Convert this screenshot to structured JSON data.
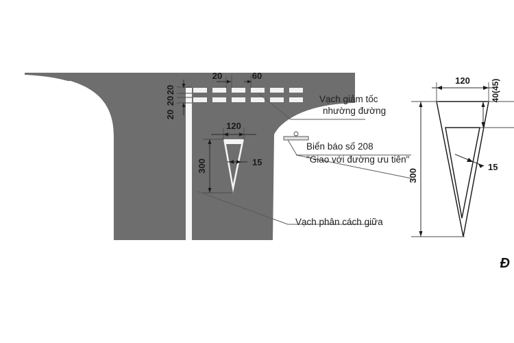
{
  "drawing": {
    "title_glyph": "Đ",
    "road_color": "#6e6e6e",
    "paint_color": "#f2f2f2",
    "line_color": "#1f1f1f",
    "background": "#ffffff"
  },
  "plan_view": {
    "name": "plan-view",
    "dimensions": {
      "dash_gap_top": "20",
      "dash_len_top": "60",
      "stripe_a": "20",
      "stripe_b": "20",
      "stripe_c": "20",
      "triangle_width": "120",
      "triangle_height": "300",
      "triangle_stroke": "15"
    }
  },
  "detail_view": {
    "name": "detail-view",
    "dimensions": {
      "width": "120",
      "height": "300",
      "stroke": "15",
      "top_band": "40(45)"
    }
  },
  "annotations": {
    "yield_rumble": {
      "line1": "Vạch giảm tốc",
      "line2": "nhường đường"
    },
    "sign": {
      "line1": "Biển báo số 208",
      "line2": "\"Giao với đường ưu tiên\""
    },
    "median": {
      "line1": "Vạch phân cách giữa"
    }
  },
  "icons": {
    "road_sign": "road-sign-icon"
  }
}
